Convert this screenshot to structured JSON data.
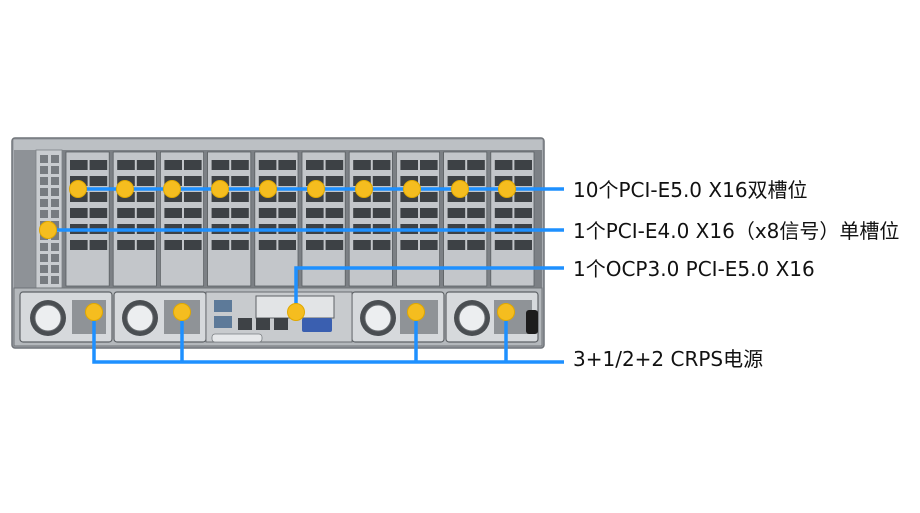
{
  "callouts": [
    {
      "id": "pcie5-x16-double",
      "text": "10个PCI-E5.0 X16双槽位"
    },
    {
      "id": "pcie4-x16-single",
      "text": "1个PCI-E4.0 X16（x8信号）单槽位"
    },
    {
      "id": "ocp3",
      "text": "1个OCP3.0 PCI-E5.0 X16"
    },
    {
      "id": "crps",
      "text": "3+1/2+2 CRPS电源"
    }
  ],
  "colors": {
    "leader_line": "#1e90ff",
    "marker_dot": "#f5bd1f",
    "marker_stroke": "#e0a800",
    "chassis": "#9a9ea3",
    "chassis_dark": "#5f6367"
  },
  "counts": {
    "pcie_double_slots": 10,
    "pcie_single_slots": 1,
    "psu_modules": 4
  }
}
